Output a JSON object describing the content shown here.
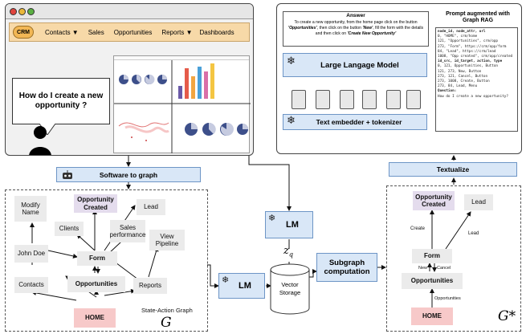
{
  "browser": {
    "logo": "CRM",
    "menu": [
      "Contacts ▼",
      "Sales",
      "Opportunities",
      "Reports ▼",
      "Dashboards"
    ],
    "question": "How do I create a new opportunity ?"
  },
  "software_to_graph_label": "Software to graph",
  "state_action_graph": {
    "nodes": {
      "modify_name": "Modify Name",
      "opportunity_created": "Opportunity Created",
      "lead": "Lead",
      "clients": "Clients",
      "sales_performance": "Sales performance",
      "view_pipeline": "View Pipeline",
      "john_doe": "John Doe",
      "form": "Form",
      "contacts": "Contacts",
      "opportunities": "Opportunities",
      "reports": "Reports",
      "home": "HOME"
    },
    "caption": "State-Action Graph",
    "symbol": "G"
  },
  "lm_top": "LM",
  "zq": "z",
  "zq_sub": "q",
  "lm_bottom": "LM",
  "vector_storage": "Vector Storage",
  "subgraph": "Subgraph computation",
  "textualize": "Textualize",
  "llm_panel": {
    "answer_title": "Answer",
    "answer_text_1": "To create a new opportunity, from the home page click on the button ",
    "answer_em_1": "'Opportunities'",
    "answer_text_2": ", then click on the button ",
    "answer_em_2": "'New'",
    "answer_text_3": ", fill the form with the details and then click on ",
    "answer_em_3": "'Create New Opportunity'",
    "llm_label": "Large Langage Model",
    "embedder_label": "Text embedder + tokenizer",
    "prompt_title": "Prompt augmented with Graph RAG",
    "prompt_lines": [
      "node_id, node_attr, url",
      "0, \"HOME\", crm/home",
      "121, \"Opportunities\", crm/opp",
      "273, \"Form\", https://crm/opp/form",
      "84, \"Lead\", https://crm/lead",
      "1008, \"Opp created\", crm/opp/created",
      "id_src, id_target, action, type",
      "0, 121, Opportunities, Button",
      "121, 273, New, Button",
      "273, 121, Cancel, Button",
      "273, 1008, Create, Button",
      "273, 84, Lead, Menu",
      "",
      "Question:",
      "How do I create a new opportunity?"
    ]
  },
  "subgraph_panel": {
    "nodes": {
      "opportunity_created": "Opportunity Created",
      "lead": "Lead",
      "form": "Form",
      "opportunities": "Opportunities",
      "home": "HOME"
    },
    "edges": {
      "create": "Create",
      "lead": "Lead",
      "new": "New",
      "cancel": "Cancel",
      "opportunities": "Opportunities"
    },
    "symbol": "G*"
  },
  "colors": {
    "blue_box": "#d9e7f7",
    "blue_border": "#6d95c6",
    "home": "#f7c9c9",
    "opp_created": "#e4dced",
    "node_gray": "#ebebeb",
    "crm_bar": "#f7d9a8"
  }
}
